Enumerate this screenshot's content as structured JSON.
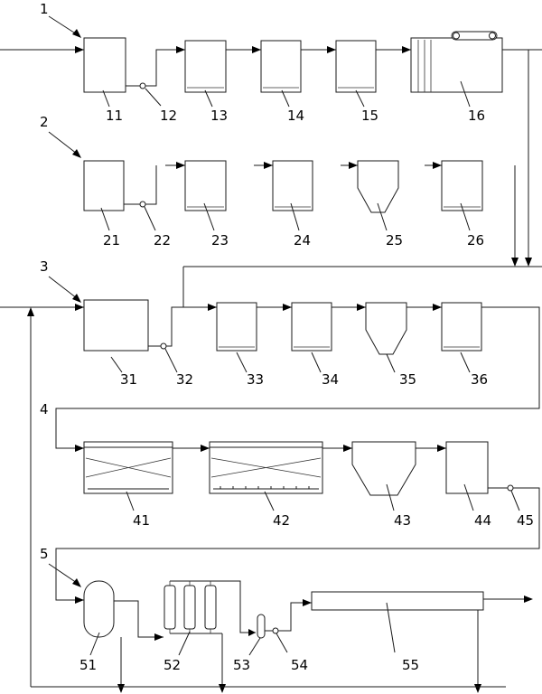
{
  "labels": {
    "section_1": "1",
    "section_2": "2",
    "section_3": "3",
    "section_4": "4",
    "section_5": "5",
    "u11": "11",
    "u12": "12",
    "u13": "13",
    "u14": "14",
    "u15": "15",
    "u16": "16",
    "u21": "21",
    "u22": "22",
    "u23": "23",
    "u24": "24",
    "u25": "25",
    "u26": "26",
    "u31": "31",
    "u32": "32",
    "u33": "33",
    "u34": "34",
    "u35": "35",
    "u36": "36",
    "u41": "41",
    "u42": "42",
    "u43": "43",
    "u44": "44",
    "u45": "45",
    "u51": "51",
    "u52": "52",
    "u53": "53",
    "u54": "54",
    "u55": "55"
  }
}
